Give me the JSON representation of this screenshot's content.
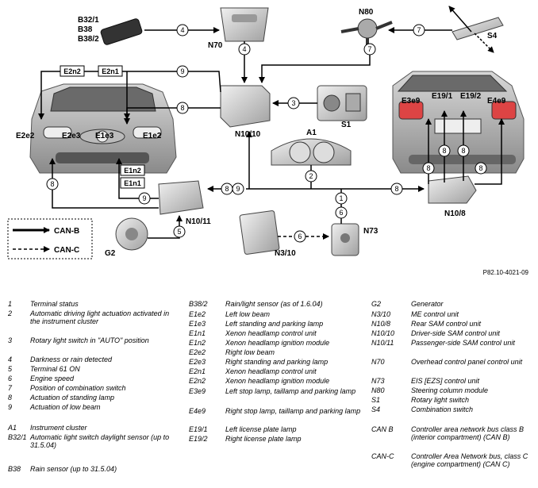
{
  "diagram": {
    "image_ref": "P82.10-4021-09",
    "component_labels": {
      "b32": "B32/1",
      "b38": "B38",
      "b38_2": "B38/2",
      "n70": "N70",
      "n80": "N80",
      "s4": "S4",
      "n10_10": "N10/10",
      "s1": "S1",
      "a1": "A1",
      "n10_8": "N10/8",
      "n10_11": "N10/11",
      "g2": "G2",
      "n3_10": "N3/10",
      "n73": "N73",
      "e2n2": "E2n2",
      "e2n1": "E2n1",
      "e2e2": "E2e2",
      "e2e3": "E2e3",
      "e1e3": "E1e3",
      "e1e2": "E1e2",
      "e1n2": "E1n2",
      "e1n1": "E1n1",
      "e3e9": "E3e9",
      "e19_1": "E19/1",
      "e19_2": "E19/2",
      "e4e9": "E4e9"
    },
    "bus_legend": {
      "can_b": "CAN-B",
      "can_c": "CAN-C"
    },
    "signal_numbers": [
      "1",
      "2",
      "3",
      "4",
      "5",
      "6",
      "7",
      "8",
      "9"
    ]
  },
  "legend": {
    "col1": [
      {
        "key": "1",
        "text": "Terminal status"
      },
      {
        "key": "2",
        "text": "Automatic driving light actuation activated in the instrument cluster"
      },
      {
        "key": "3",
        "text": "Rotary light switch in \"AUTO\" position"
      },
      {
        "key": "4",
        "text": "Darkness or rain detected"
      },
      {
        "key": "5",
        "text": "Terminal 61 ON"
      },
      {
        "key": "6",
        "text": "Engine speed"
      },
      {
        "key": "7",
        "text": "Position of combination switch"
      },
      {
        "key": "8",
        "text": "Actuation of standing lamp"
      },
      {
        "key": "9",
        "text": "Actuation of low beam"
      },
      {
        "key": "A1",
        "text": "Instrument cluster"
      },
      {
        "key": "B32/1",
        "text": "Automatic light switch daylight sensor (up to 31.5.04)"
      },
      {
        "key": "B38",
        "text": "Rain sensor (up to 31.5.04)"
      }
    ],
    "col2": [
      {
        "key": "B38/2",
        "text": "Rain/light sensor (as of 1.6.04)"
      },
      {
        "key": "E1e2",
        "text": "Left low beam"
      },
      {
        "key": "E1e3",
        "text": "Left standing and parking lamp"
      },
      {
        "key": "E1n1",
        "text": "Xenon headlamp control unit"
      },
      {
        "key": "E1n2",
        "text": "Xenon headlamp ignition module"
      },
      {
        "key": "E2e2",
        "text": "Right low beam"
      },
      {
        "key": "E2e3",
        "text": "Right standing and parking lamp"
      },
      {
        "key": "E2n1",
        "text": "Xenon headlamp control unit"
      },
      {
        "key": "E2n2",
        "text": "Xenon headlamp ignition module"
      },
      {
        "key": "E3e9",
        "text": "Left stop lamp, taillamp and parking lamp"
      },
      {
        "key": "E4e9",
        "text": "Right stop lamp, taillamp and parking lamp"
      },
      {
        "key": "E19/1",
        "text": "Left license plate lamp"
      },
      {
        "key": "E19/2",
        "text": "Right license plate lamp"
      }
    ],
    "col3": [
      {
        "key": "G2",
        "text": "Generator"
      },
      {
        "key": "N3/10",
        "text": "ME control unit"
      },
      {
        "key": "N10/8",
        "text": "Rear SAM control unit"
      },
      {
        "key": "N10/10",
        "text": "Driver-side SAM control unit"
      },
      {
        "key": "N10/11",
        "text": "Passenger-side SAM control unit"
      },
      {
        "key": "N70",
        "text": "Overhead control panel control unit"
      },
      {
        "key": "N73",
        "text": "EIS [EZS] control unit"
      },
      {
        "key": "N80",
        "text": "Steering column module"
      },
      {
        "key": "S1",
        "text": "Rotary light switch"
      },
      {
        "key": "S4",
        "text": "Combination switch"
      },
      {
        "key": "CAN B",
        "text": "Controller area network bus class B (interior compartment) (CAN B)"
      },
      {
        "key": "CAN-C",
        "text": "Controller Area Network bus, class C (engine compartment) (CAN C)"
      }
    ]
  }
}
